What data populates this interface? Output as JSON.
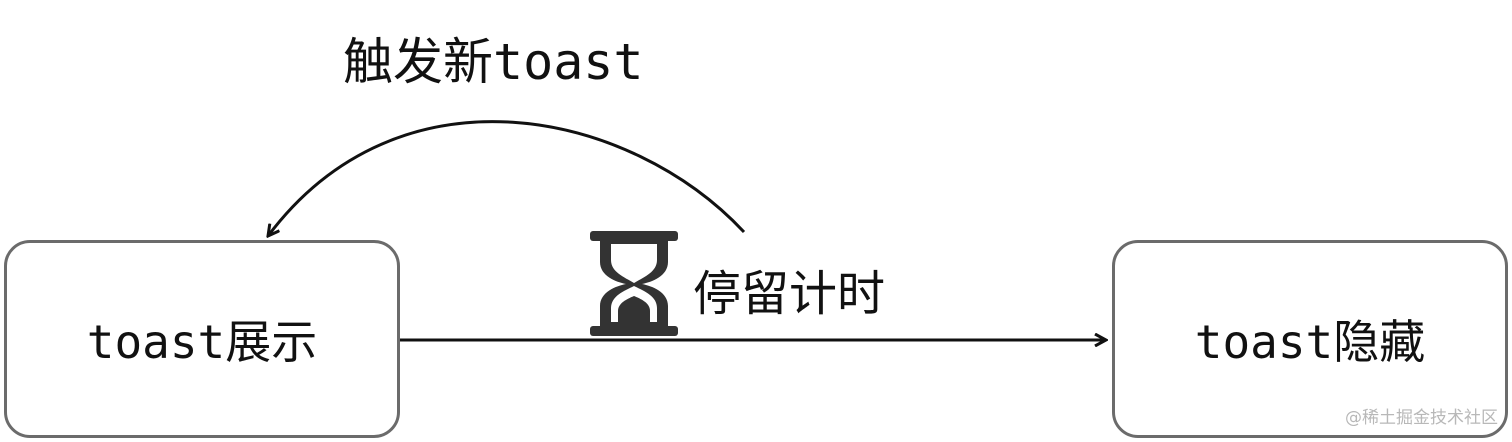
{
  "diagram": {
    "nodes": {
      "show": {
        "label": "toast展示"
      },
      "hide": {
        "label": "toast隐藏"
      }
    },
    "edges": {
      "dwell": {
        "label": "停留计时",
        "icon": "hourglass-icon"
      },
      "retrigger": {
        "label": "触发新toast"
      }
    }
  },
  "watermark": {
    "text": "@稀土掘金技术社区"
  },
  "colors": {
    "stroke": "#111111",
    "node_border": "#6b6b6b",
    "icon": "#333333",
    "watermark": "#b8b8b8"
  }
}
